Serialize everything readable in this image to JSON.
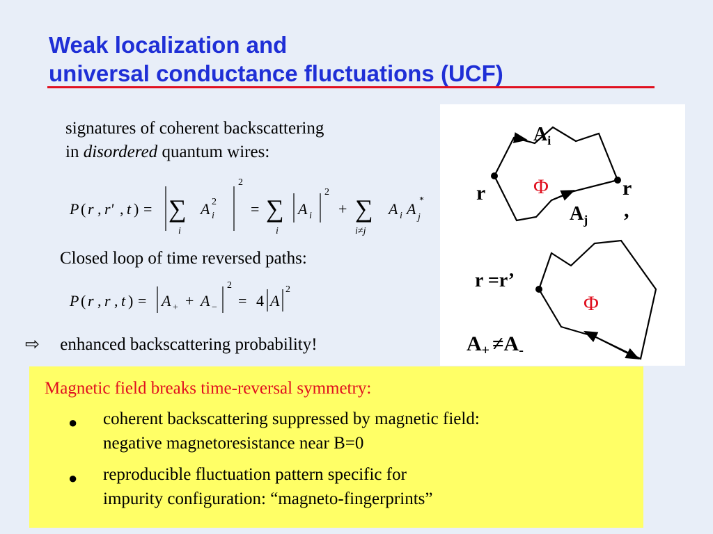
{
  "title": {
    "line1": "Weak localization and",
    "line2": "universal conductance fluctuations (UCF)"
  },
  "intro": {
    "line1": "signatures of coherent backscattering",
    "line2_pre": "in ",
    "line2_em": "disordered",
    "line2_post": " quantum wires:"
  },
  "equation1": {
    "P": "P",
    "open": "(",
    "r": "r",
    "comma": ",",
    "rprime": "r'",
    "t": "t",
    "close": ")",
    "eq": "=",
    "sum": "∑",
    "A": "A",
    "i": "i",
    "j": "j",
    "two": "2",
    "plus": "+",
    "star": "*",
    "ineqj": "i≠j"
  },
  "loop_text": "Closed loop of time reversed paths:",
  "equation2": {
    "P": "P",
    "open": "(",
    "r": "r",
    "comma": ",",
    "t": "t",
    "close": ")",
    "eq": "=",
    "A": "A",
    "plus_sub": "+",
    "minus_sub": "−",
    "plus": "+",
    "two": "2",
    "four": "4"
  },
  "enhanced": {
    "arrow": "⇨",
    "text": "enhanced backscattering probability!"
  },
  "diagram": {
    "Ai": "A",
    "Ai_sub": "i",
    "Aj": "A",
    "Aj_sub": "j",
    "phi": "Φ",
    "r": "r",
    "rp1": "r",
    "rp2": ",",
    "req": "r =r’",
    "phi2": "Φ",
    "apm": "A",
    "plus": "+",
    "neq": "≠",
    "am": "A",
    "minus": "-"
  },
  "box": {
    "title": "Magnetic field breaks time-reversal symmetry:",
    "bullet": "●",
    "b1_line1": "coherent backscattering suppressed by magnetic field:",
    "b1_line2": "negative magnetoresistance near B=0",
    "b2_line1": "reproducible fluctuation pattern specific for",
    "b2_line2": "impurity configuration: “magneto-fingerprints”"
  },
  "colors": {
    "title": "#1f2fd6",
    "accent_red": "#e0101f",
    "box": "#ffff66",
    "background": "#e8eef8"
  }
}
